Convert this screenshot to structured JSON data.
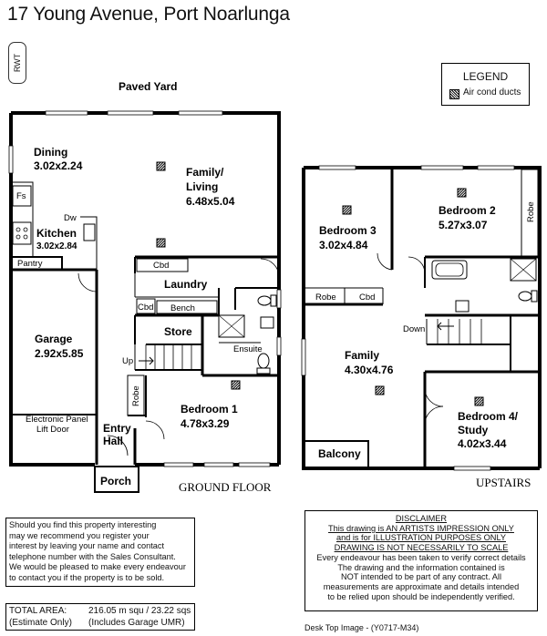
{
  "header": {
    "title": "17 Young Avenue, Port Noarlunga",
    "tag": "RWT"
  },
  "legend": {
    "title": "LEGEND",
    "item": "Air cond ducts",
    "symbol": "hatched-square-icon"
  },
  "ground_floor": {
    "caption": "GROUND FLOOR",
    "paved_yard": "Paved Yard",
    "dining": {
      "name": "Dining",
      "size": "3.02x2.24"
    },
    "family_living": {
      "name_line1": "Family/",
      "name_line2": "Living",
      "size": "6.48x5.04"
    },
    "kitchen": {
      "name": "Kitchen",
      "size": "3.02x2.84"
    },
    "fs": "Fs",
    "dw": "Dw",
    "pantry": "Pantry",
    "cbd_top": "Cbd",
    "laundry": "Laundry",
    "cbd_left": "Cbd",
    "bench": "Bench",
    "store": "Store",
    "ensuite": "Ensuite",
    "up": "Up",
    "garage": {
      "name": "Garage",
      "size": "2.92x5.85"
    },
    "electronic_panel": "Electronic Panel",
    "lift_door": "Lift Door",
    "robe": "Robe",
    "entry_hall_line1": "Entry",
    "entry_hall_line2": "Hall",
    "porch": "Porch",
    "bedroom1": {
      "name": "Bedroom 1",
      "size": "4.78x3.29"
    }
  },
  "upstairs": {
    "caption": "UPSTAIRS",
    "bedroom3": {
      "name": "Bedroom 3",
      "size": "3.02x4.84"
    },
    "bedroom2": {
      "name": "Bedroom 2",
      "size": "5.27x3.07"
    },
    "robe_right": "Robe",
    "robe_left": "Robe",
    "cbd": "Cbd",
    "down": "Down",
    "family": {
      "name": "Family",
      "size": "4.30x4.76"
    },
    "bedroom4": {
      "name_line1": "Bedroom 4/",
      "name_line2": "Study",
      "size": "4.02x3.44"
    },
    "balcony": "Balcony"
  },
  "contact": {
    "lines": [
      "Should you find this property interesting",
      "may we recommend you register your",
      "interest by leaving your name and contact",
      "telephone number with the Sales Consultant.",
      "We would be pleased to make every endeavour",
      "to contact you if the property is to be sold."
    ]
  },
  "area": {
    "label_line1": "TOTAL AREA:",
    "label_line2": "(Estimate Only)",
    "value_line1": "216.05 m squ / 23.22 sqs",
    "value_line2": "(Includes Garage UMR)"
  },
  "disclaimer": {
    "title": "DISCLAIMER",
    "lines": [
      "This drawing is AN ARTISTS IMPRESSION ONLY",
      "and is for ILLUSTRATION PURPOSES ONLY",
      "DRAWING IS NOT NECESSARILY TO SCALE",
      "Every endeavour has been taken to verify correct details",
      "The drawing and the information contained is",
      "NOT intended to be part of any contract. All",
      "measurements are approximate and details intended",
      "to be relied upon should be independently verified."
    ]
  },
  "footer": {
    "image_ref": "Desk Top Image - (Y0717-M34)"
  }
}
